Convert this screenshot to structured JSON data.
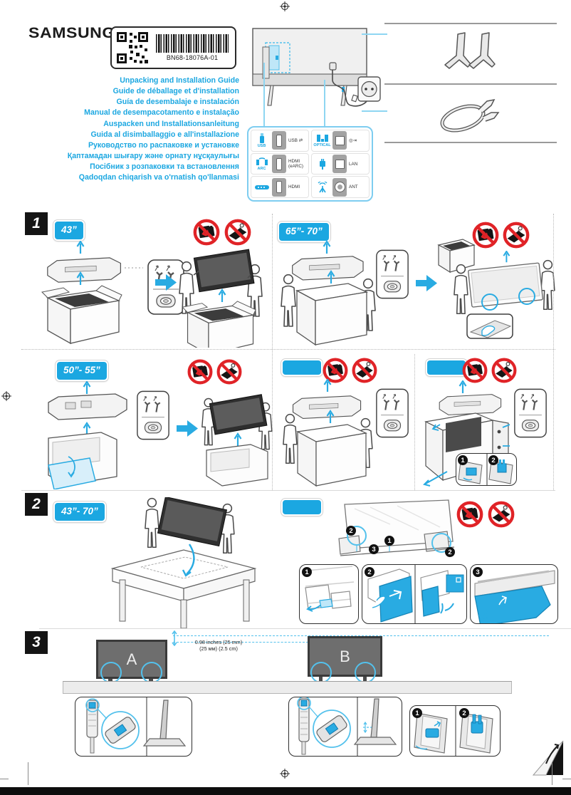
{
  "page": {
    "brand": "SAMSUNG",
    "part_number": "BN68-18076A-01",
    "titles": [
      "Unpacking and Installation Guide",
      "Guide de déballage et d'installation",
      "Guía de desembalaje e instalación",
      "Manual de desempacotamento e instalação",
      "Auspacken und Installationsanleitung",
      "Guida al disimballaggio e all'installazione",
      "Руководство по распаковке и установке",
      "Қаптамадан шығару және орнату нұсқаулығы",
      "Посібник з розпаковки та встановлення",
      "Qadoqdan chiqarish va o'rnatish qo'llanmasi"
    ]
  },
  "ports": {
    "left": [
      {
        "device": "USB",
        "label": "USB ⇄"
      },
      {
        "device": "ARC",
        "label": "HDMI (eARC)"
      },
      {
        "device": "",
        "label": "HDMI"
      }
    ],
    "right": [
      {
        "device": "OPTICAL",
        "label": "◎⇥"
      },
      {
        "device": "",
        "label": "LAN"
      },
      {
        "device": "",
        "label": "ANT"
      }
    ]
  },
  "sections": {
    "one": {
      "number": "1",
      "badge_small": "43”",
      "badge_large": "65”- 70”",
      "badge_mid": "50”- 55”"
    },
    "two": {
      "number": "2",
      "badge": "43”- 70”"
    },
    "three": {
      "number": "3",
      "tv_a": "A",
      "tv_b": "B",
      "measurement_line1": "0.98 inches (25 mm)",
      "measurement_line2": "(25 мм) (2.5 cm)"
    }
  },
  "steps": {
    "one": "1",
    "two": "2",
    "three": "3"
  },
  "icons": {
    "accessory_top": "tv-stand-legs",
    "accessory_bottom": "cable-holder",
    "warning_left": "do-not-press-screen",
    "warning_right": "do-not-lay-flat"
  },
  "colors": {
    "accent_blue": "#1BA7E1",
    "prohibit_red": "#E02327"
  }
}
